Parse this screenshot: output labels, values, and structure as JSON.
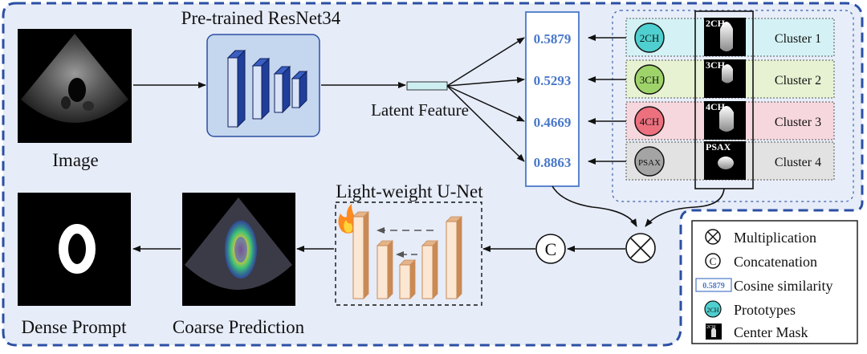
{
  "title": "Pre-trained ResNet34",
  "labels": {
    "image": "Image",
    "latent": "Latent Feature",
    "unet": "Light-weight U-Net",
    "dense": "Dense Prompt",
    "coarse": "Coarse Prediction",
    "concat_symbol": "C"
  },
  "similarities": [
    "0.5879",
    "0.5293",
    "0.4669",
    "0.8863"
  ],
  "clusters": [
    {
      "name": "Cluster 1",
      "prototype": "2CH",
      "mask_tag": "2CH",
      "color": "#d4f2f5",
      "proto_color": "#4fcfcf"
    },
    {
      "name": "Cluster 2",
      "prototype": "3CH",
      "mask_tag": "3CH",
      "color": "#e6f2d2",
      "proto_color": "#9ed36a"
    },
    {
      "name": "Cluster 3",
      "prototype": "4CH",
      "mask_tag": "4CH",
      "color": "#f6d7dd",
      "proto_color": "#ec707e"
    },
    {
      "name": "Cluster 4",
      "prototype": "PSAX",
      "mask_tag": "PSAX",
      "color": "#e2e2e2",
      "proto_color": "#a4a4a4"
    }
  ],
  "legend": [
    {
      "symbol": "multiply",
      "label": "Multiplication"
    },
    {
      "symbol": "concat",
      "symbol_text": "C",
      "label": "Concatenation"
    },
    {
      "symbol": "similarity",
      "symbol_text": "0.5879",
      "label": "Cosine similarity"
    },
    {
      "symbol": "prototype",
      "symbol_text": "2CH",
      "label": "Prototypes"
    },
    {
      "symbol": "mask",
      "symbol_text": "2CH",
      "label": "Center Mask"
    }
  ],
  "colors": {
    "outer_border": "#2b4fa3",
    "background": "#e6ecf8",
    "similarity_text": "#4a78c9",
    "resnet_box": "#c5d6ef",
    "resnet_block": "#1f3f9b",
    "unet_bar": "#fbe7d3",
    "unet_bar_edge": "#c98a55"
  }
}
